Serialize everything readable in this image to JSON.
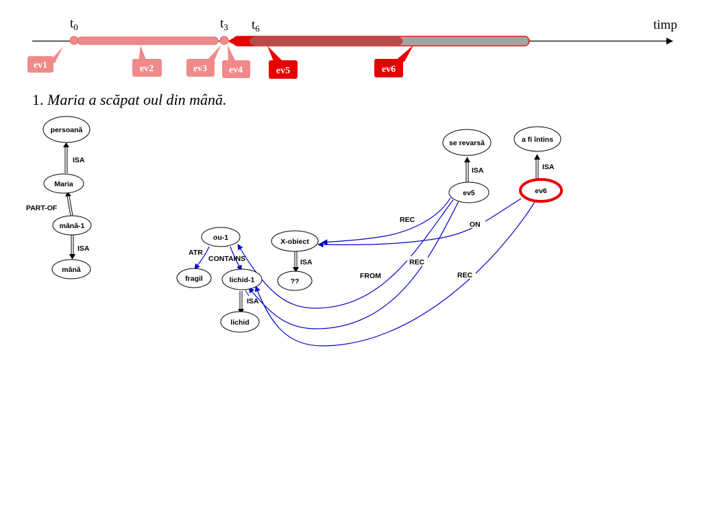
{
  "colors": {
    "pale_event": "#f08a8a",
    "pale_event_stroke": "#e06a6a",
    "strong_event": "#e60000",
    "dark_bar": "#b84a4a",
    "grey_bar": "#a3a3a3",
    "relation_blue": "#0000cc",
    "highlight_ring": "#e60000"
  },
  "timeline": {
    "markers": [
      {
        "id": "t0",
        "base": "t",
        "sub": "0"
      },
      {
        "id": "t3",
        "base": "t",
        "sub": "3"
      },
      {
        "id": "t6",
        "base": "t",
        "sub": "6"
      }
    ],
    "axis_label": "timp",
    "events": [
      {
        "id": "ev1",
        "label": "ev1"
      },
      {
        "id": "ev2",
        "label": "ev2"
      },
      {
        "id": "ev3",
        "label": "ev3"
      },
      {
        "id": "ev4",
        "label": "ev4"
      },
      {
        "id": "ev5",
        "label": "ev5"
      },
      {
        "id": "ev6",
        "label": "ev6"
      }
    ]
  },
  "sentence": {
    "number": "1.",
    "text": "Maria a scăpat oul din mână."
  },
  "graph": {
    "nodes": [
      {
        "id": "persoana",
        "label": "persoană"
      },
      {
        "id": "maria",
        "label": "Maria"
      },
      {
        "id": "mana1",
        "label": "mână-1"
      },
      {
        "id": "mana",
        "label": "mână"
      },
      {
        "id": "ou1",
        "label": "ou-1"
      },
      {
        "id": "fragil",
        "label": "fragil"
      },
      {
        "id": "lichid1",
        "label": "lichid-1"
      },
      {
        "id": "lichid",
        "label": "lichid"
      },
      {
        "id": "xobiect",
        "label": "X-obiect"
      },
      {
        "id": "qq",
        "label": "??"
      },
      {
        "id": "serevarsa",
        "label": "se revarsă"
      },
      {
        "id": "ev5",
        "label": "ev5"
      },
      {
        "id": "afiintins",
        "label": "a fi întins"
      },
      {
        "id": "ev6",
        "label": "ev6"
      }
    ],
    "edge_labels": [
      {
        "id": "isa-maria",
        "label": "ISA"
      },
      {
        "id": "partof",
        "label": "PART-OF"
      },
      {
        "id": "isa-mana",
        "label": "ISA"
      },
      {
        "id": "atr",
        "label": "ATR"
      },
      {
        "id": "contains",
        "label": "CONTAINS"
      },
      {
        "id": "isa-lichid",
        "label": "ISA"
      },
      {
        "id": "isa-xobiect",
        "label": "ISA"
      },
      {
        "id": "isa-ev5",
        "label": "ISA"
      },
      {
        "id": "isa-ev6",
        "label": "ISA"
      },
      {
        "id": "rec-1",
        "label": "REC"
      },
      {
        "id": "on",
        "label": "ON"
      },
      {
        "id": "rec-2",
        "label": "REC"
      },
      {
        "id": "from",
        "label": "FROM"
      },
      {
        "id": "rec-3",
        "label": "REC"
      }
    ]
  }
}
